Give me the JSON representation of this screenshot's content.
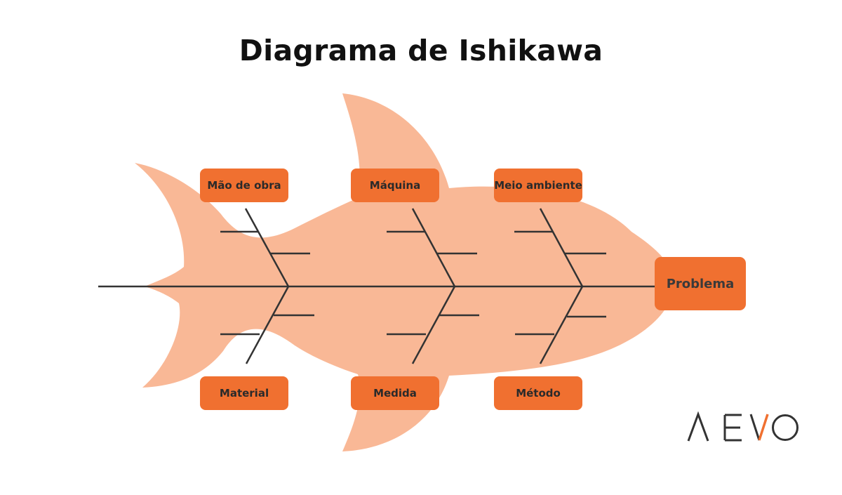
{
  "title": "Diagrama de Ishikawa",
  "problem": "Problema",
  "categories": {
    "top": [
      "Mão de obra",
      "Máquina",
      "Meio ambiente"
    ],
    "bottom": [
      "Material",
      "Medida",
      "Método"
    ]
  },
  "logo": "AEVO",
  "colors": {
    "fish_body": "#f9b896",
    "box": "#f07030",
    "line": "#333333",
    "title": "#111111"
  }
}
